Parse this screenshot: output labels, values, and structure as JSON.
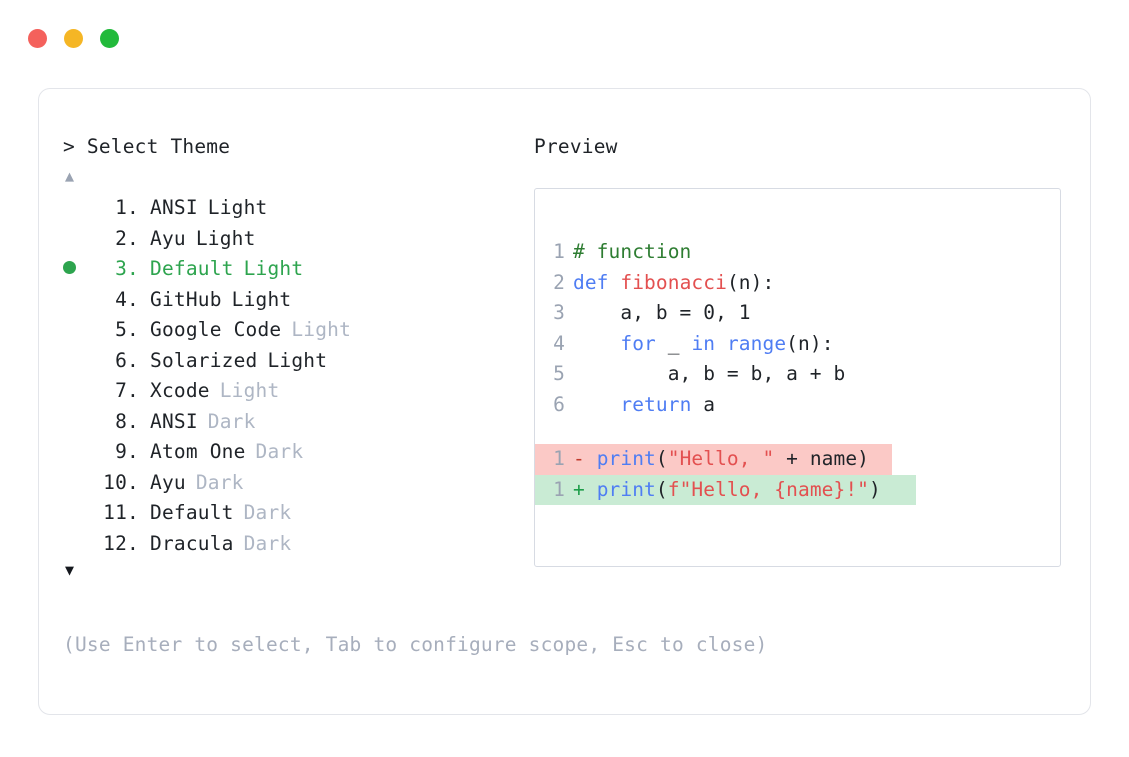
{
  "window": {
    "traffic_lights": [
      {
        "name": "close",
        "color": "#F4615C"
      },
      {
        "name": "minimize",
        "color": "#F5B625"
      },
      {
        "name": "maximize",
        "color": "#22BA3B"
      }
    ]
  },
  "selector": {
    "prompt_symbol": ">",
    "prompt_label": "Select Theme",
    "scroll_up_icon": "▲",
    "scroll_down_icon": "▼",
    "selected_index": 3,
    "selected_marker": "●",
    "accent_color": "#2DA44E",
    "dim_color": "#AEB6C4",
    "items": [
      {
        "index": "1.",
        "name": "ANSI",
        "variant": "Light",
        "variant_dim": false,
        "selected": false
      },
      {
        "index": "2.",
        "name": "Ayu",
        "variant": "Light",
        "variant_dim": false,
        "selected": false
      },
      {
        "index": "3.",
        "name": "Default",
        "variant": "Light",
        "variant_dim": false,
        "selected": true
      },
      {
        "index": "4.",
        "name": "GitHub",
        "variant": "Light",
        "variant_dim": false,
        "selected": false
      },
      {
        "index": "5.",
        "name": "Google Code",
        "variant": "Light",
        "variant_dim": true,
        "selected": false
      },
      {
        "index": "6.",
        "name": "Solarized",
        "variant": "Light",
        "variant_dim": false,
        "selected": false
      },
      {
        "index": "7.",
        "name": "Xcode",
        "variant": "Light",
        "variant_dim": true,
        "selected": false
      },
      {
        "index": "8.",
        "name": "ANSI",
        "variant": "Dark",
        "variant_dim": true,
        "selected": false
      },
      {
        "index": "9.",
        "name": "Atom One",
        "variant": "Dark",
        "variant_dim": true,
        "selected": false
      },
      {
        "index": "10.",
        "name": "Ayu",
        "variant": "Dark",
        "variant_dim": true,
        "selected": false
      },
      {
        "index": "11.",
        "name": "Default",
        "variant": "Dark",
        "variant_dim": true,
        "selected": false
      },
      {
        "index": "12.",
        "name": "Dracula",
        "variant": "Dark",
        "variant_dim": true,
        "selected": false
      }
    ],
    "hint": "(Use Enter to select, Tab to configure scope, Esc to close)"
  },
  "preview": {
    "title": "Preview",
    "code_lines": [
      {
        "number": "1",
        "tokens": [
          {
            "text": "# function",
            "type": "comment"
          }
        ]
      },
      {
        "number": "2",
        "tokens": [
          {
            "text": "def ",
            "type": "kw"
          },
          {
            "text": "fibonacci",
            "type": "fn"
          },
          {
            "text": "(n):",
            "type": "plain"
          }
        ]
      },
      {
        "number": "3",
        "tokens": [
          {
            "text": "    a, b = 0, 1",
            "type": "plain"
          }
        ]
      },
      {
        "number": "4",
        "tokens": [
          {
            "text": "    ",
            "type": "plain"
          },
          {
            "text": "for",
            "type": "kw"
          },
          {
            "text": " _ ",
            "type": "plain"
          },
          {
            "text": "in",
            "type": "kw"
          },
          {
            "text": " ",
            "type": "plain"
          },
          {
            "text": "range",
            "type": "kw"
          },
          {
            "text": "(n):",
            "type": "plain"
          }
        ]
      },
      {
        "number": "5",
        "tokens": [
          {
            "text": "        a, b = b, a + b",
            "type": "plain"
          }
        ]
      },
      {
        "number": "6",
        "tokens": [
          {
            "text": "    ",
            "type": "plain"
          },
          {
            "text": "return",
            "type": "kw"
          },
          {
            "text": " a",
            "type": "plain"
          }
        ]
      }
    ],
    "diff_lines": [
      {
        "number": "1",
        "kind": "deletion",
        "sign": "-",
        "bg_color": "#FBC9C6",
        "tokens": [
          {
            "text": "print",
            "type": "kw"
          },
          {
            "text": "(",
            "type": "plain"
          },
          {
            "text": "\"Hello, \"",
            "type": "str"
          },
          {
            "text": " + name)",
            "type": "plain"
          }
        ]
      },
      {
        "number": "1",
        "kind": "addition",
        "sign": "+",
        "bg_color": "#C9EBD4",
        "tokens": [
          {
            "text": "print",
            "type": "kw"
          },
          {
            "text": "(",
            "type": "plain"
          },
          {
            "text": "f\"Hello, {name}!\"",
            "type": "str"
          },
          {
            "text": ")",
            "type": "plain"
          }
        ]
      }
    ]
  }
}
